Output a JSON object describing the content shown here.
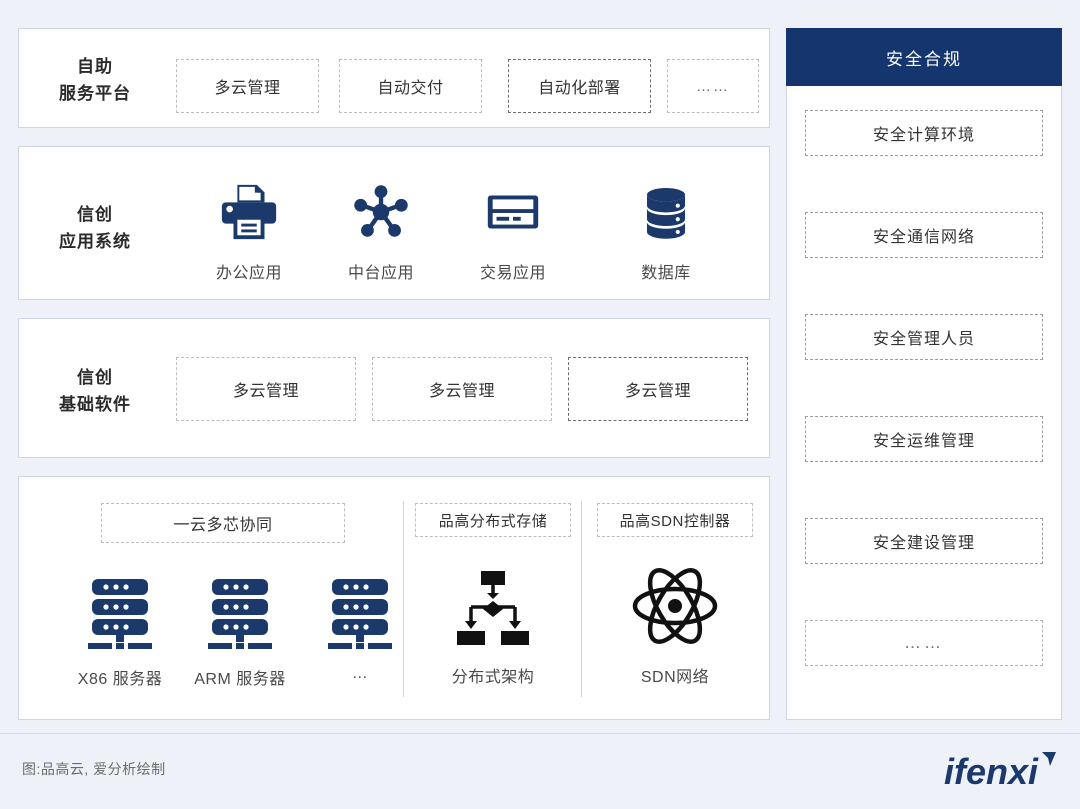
{
  "theme": {
    "page_bg": "#eef1f7",
    "panel_bg": "#ffffff",
    "panel_border": "#cdd5e4",
    "navy": "#15356e",
    "icon_navy": "#1b3a6b",
    "icon_black": "#111111",
    "dash_border": "#9a9a9a",
    "text": "#333333"
  },
  "layers": {
    "self_service": {
      "title_line1": "自助",
      "title_line2": "服务平台",
      "items": [
        {
          "label": "多云管理"
        },
        {
          "label": "自动交付"
        },
        {
          "label": "自动化部署"
        },
        {
          "label": "……"
        }
      ]
    },
    "application": {
      "title_line1": "信创",
      "title_line2": "应用系统",
      "items": [
        {
          "label": "办公应用",
          "icon": "printer-icon"
        },
        {
          "label": "中台应用",
          "icon": "hub-network-icon"
        },
        {
          "label": "交易应用",
          "icon": "credit-card-icon"
        },
        {
          "label": "数据库",
          "icon": "database-icon"
        }
      ]
    },
    "base_software": {
      "title_line1": "信创",
      "title_line2": "基础软件",
      "items": [
        {
          "label": "多云管理"
        },
        {
          "label": "多云管理"
        },
        {
          "label": "多云管理"
        }
      ]
    },
    "infrastructure": {
      "groups": [
        {
          "tag": "一云多芯协同",
          "items": [
            {
              "label": "X86 服务器",
              "icon": "server-rack-icon"
            },
            {
              "label": "ARM 服务器",
              "icon": "server-rack-icon"
            },
            {
              "label": "…",
              "icon": "server-rack-icon"
            }
          ]
        },
        {
          "tag": "品高分布式存储",
          "items": [
            {
              "label": "分布式架构",
              "icon": "distributed-architecture-icon"
            }
          ]
        },
        {
          "tag": "品高SDN控制器",
          "items": [
            {
              "label": "SDN网络",
              "icon": "atom-icon"
            }
          ]
        }
      ]
    }
  },
  "security": {
    "header": "安全合规",
    "items": [
      {
        "label": "安全计算环境"
      },
      {
        "label": "安全通信网络"
      },
      {
        "label": "安全管理人员"
      },
      {
        "label": "安全运维管理"
      },
      {
        "label": "安全建设管理"
      },
      {
        "label": "……"
      }
    ]
  },
  "footer": {
    "note": "图:品高云, 爱分析绘制",
    "brand": "ifenxi"
  }
}
